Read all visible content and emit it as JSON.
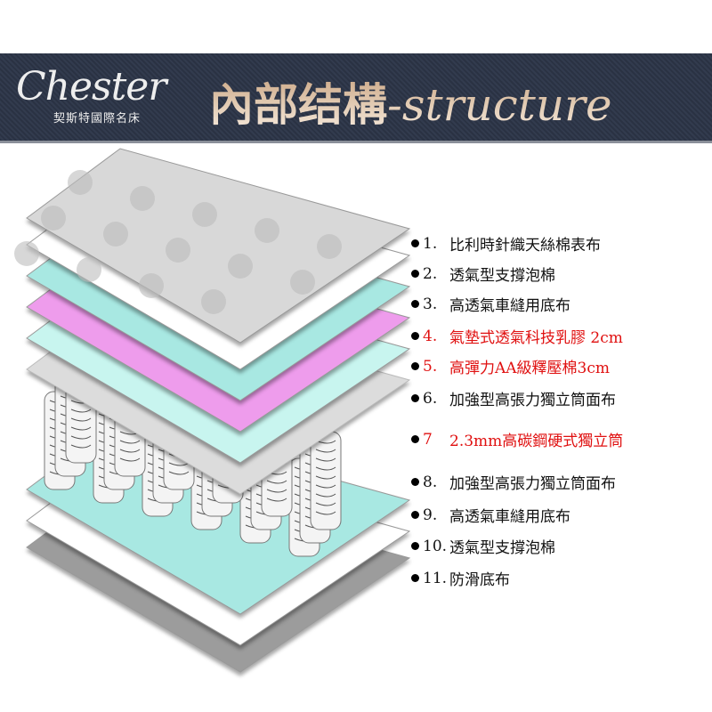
{
  "header": {
    "brand": "Chester",
    "brand_sub": "契斯特國際名床",
    "title_cn": "內部结構",
    "title_en": "-structure"
  },
  "layers": [
    {
      "num": "1.",
      "text": "比利時針織天絲棉表布",
      "color": "#000000"
    },
    {
      "num": "2.",
      "text": "透氣型支撐泡棉",
      "color": "#000000"
    },
    {
      "num": "3.",
      "text": "高透氣車縫用底布",
      "color": "#000000"
    },
    {
      "num": "4.",
      "text": "氣墊式透氣科技乳膠 2cm",
      "color": "#e01010"
    },
    {
      "num": "5.",
      "text": "高彈力AA級釋壓棉3cm",
      "color": "#e01010"
    },
    {
      "num": "6.",
      "text": "加強型高張力獨立筒面布",
      "color": "#000000"
    },
    {
      "num": "7",
      "text": "2.3mm高碳鋼硬式獨立筒",
      "color": "#e01010"
    },
    {
      "num": "8.",
      "text": "加強型高張力獨立筒面布",
      "color": "#000000"
    },
    {
      "num": "9.",
      "text": "高透氣車縫用底布",
      "color": "#000000"
    },
    {
      "num": "10.",
      "text": "透氣型支撐泡棉",
      "color": "#000000"
    },
    {
      "num": "11.",
      "text": "防滑底布",
      "color": "#000000"
    }
  ]
}
